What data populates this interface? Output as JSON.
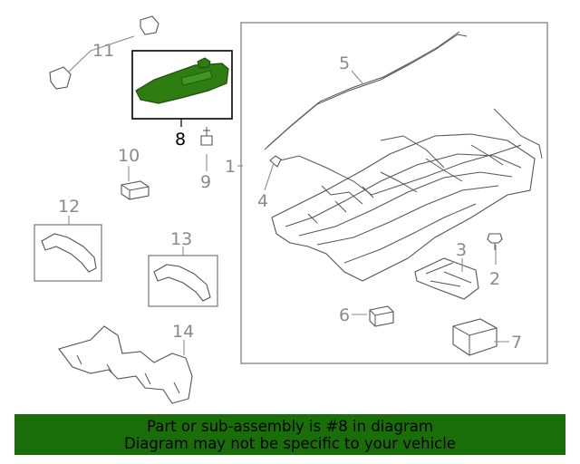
{
  "diagram": {
    "callouts": [
      "1",
      "2",
      "3",
      "4",
      "5",
      "6",
      "7",
      "8",
      "9",
      "10",
      "11",
      "12",
      "13",
      "14"
    ],
    "highlight_color": "#2e7d12"
  },
  "banner": {
    "line1": "Part or sub-assembly is #8 in diagram",
    "line2": "Diagram may not be specific to your vehicle",
    "background": "#1a6e0a"
  }
}
